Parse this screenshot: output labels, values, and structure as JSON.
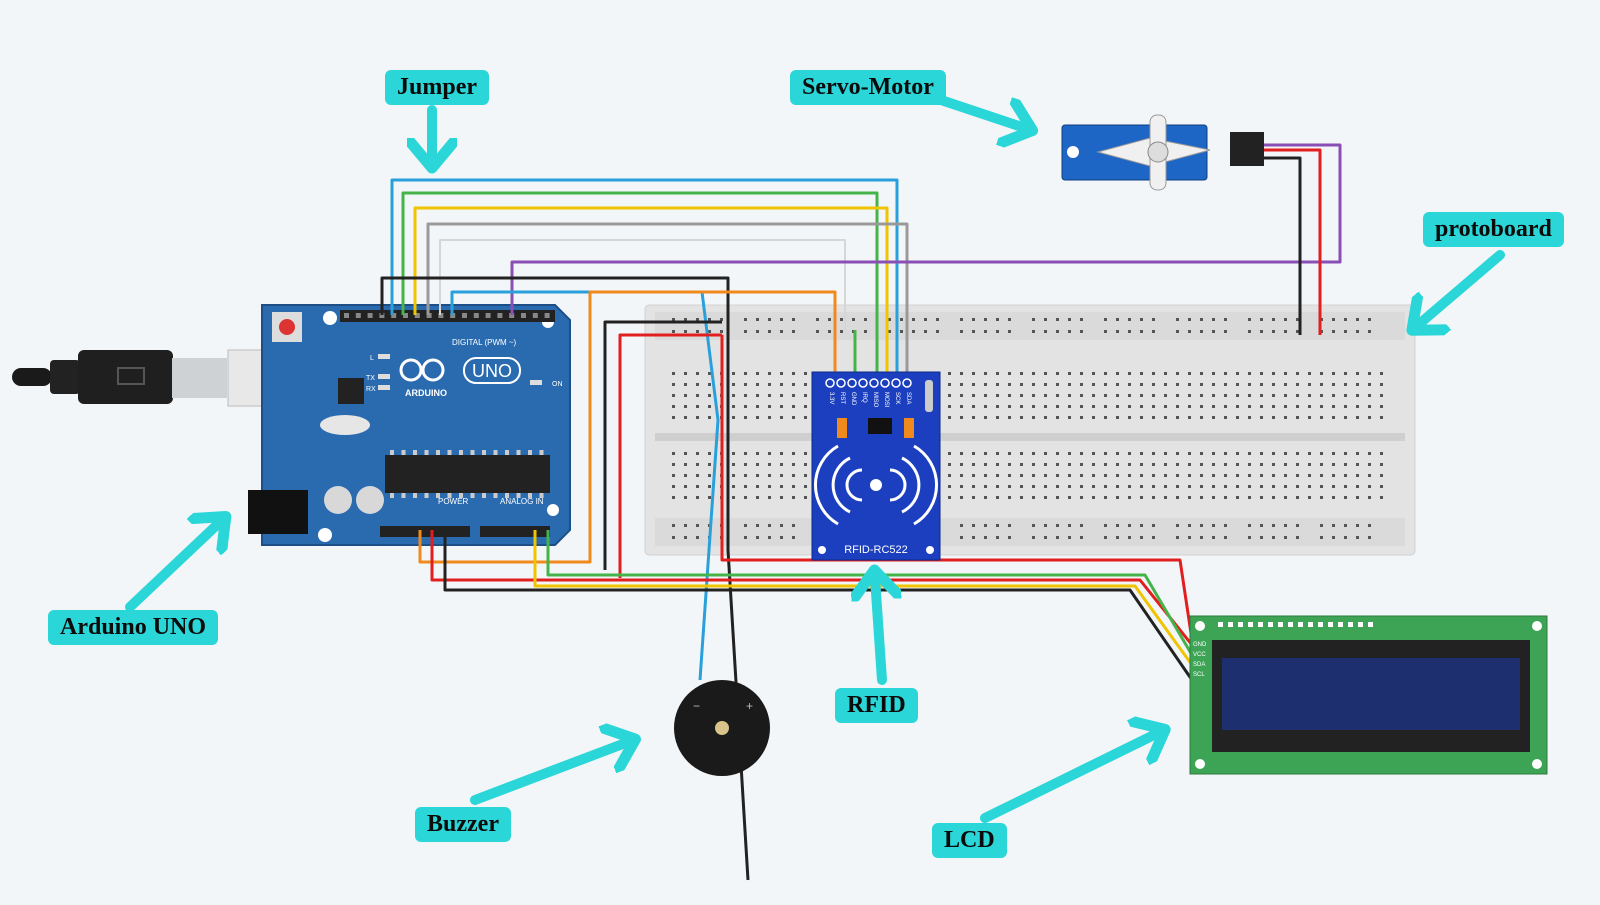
{
  "labels": {
    "jumper": "Jumper",
    "servo": "Servo-Motor",
    "protoboard": "protoboard",
    "arduino": "Arduino UNO",
    "rfid": "RFID",
    "buzzer": "Buzzer",
    "lcd": "LCD"
  },
  "board_text": {
    "uno": "UNO",
    "arduino": "ARDUINO",
    "digital": "DIGITAL (PWM ~)",
    "power": "POWER",
    "analog_in": "ANALOG IN",
    "on": "ON",
    "l": "L",
    "tx": "TX",
    "rx": "RX",
    "rfid_model": "RFID-RC522",
    "rfid_pins": [
      "SDA",
      "SCK",
      "MOSI",
      "MISO",
      "IRQ",
      "GND",
      "RST",
      "3.3V"
    ],
    "lcd_pins": [
      "GND",
      "VCC",
      "SDA",
      "SCL"
    ]
  },
  "colors": {
    "callout": "#2bd6d8",
    "arduino": "#2a6bb0",
    "rfid": "#1b3fbf",
    "lcd_board": "#3ea455",
    "lcd_screen": "#1d2f6e",
    "breadboard": "#e3e3e3",
    "wire_blue": "#2aa0db",
    "wire_green": "#44b449",
    "wire_yellow": "#f0c400",
    "wire_gray": "#9a9a9a",
    "wire_purple": "#8a4fb5",
    "wire_orange": "#f08a1c",
    "wire_red": "#e11f1f",
    "wire_black": "#222222"
  }
}
